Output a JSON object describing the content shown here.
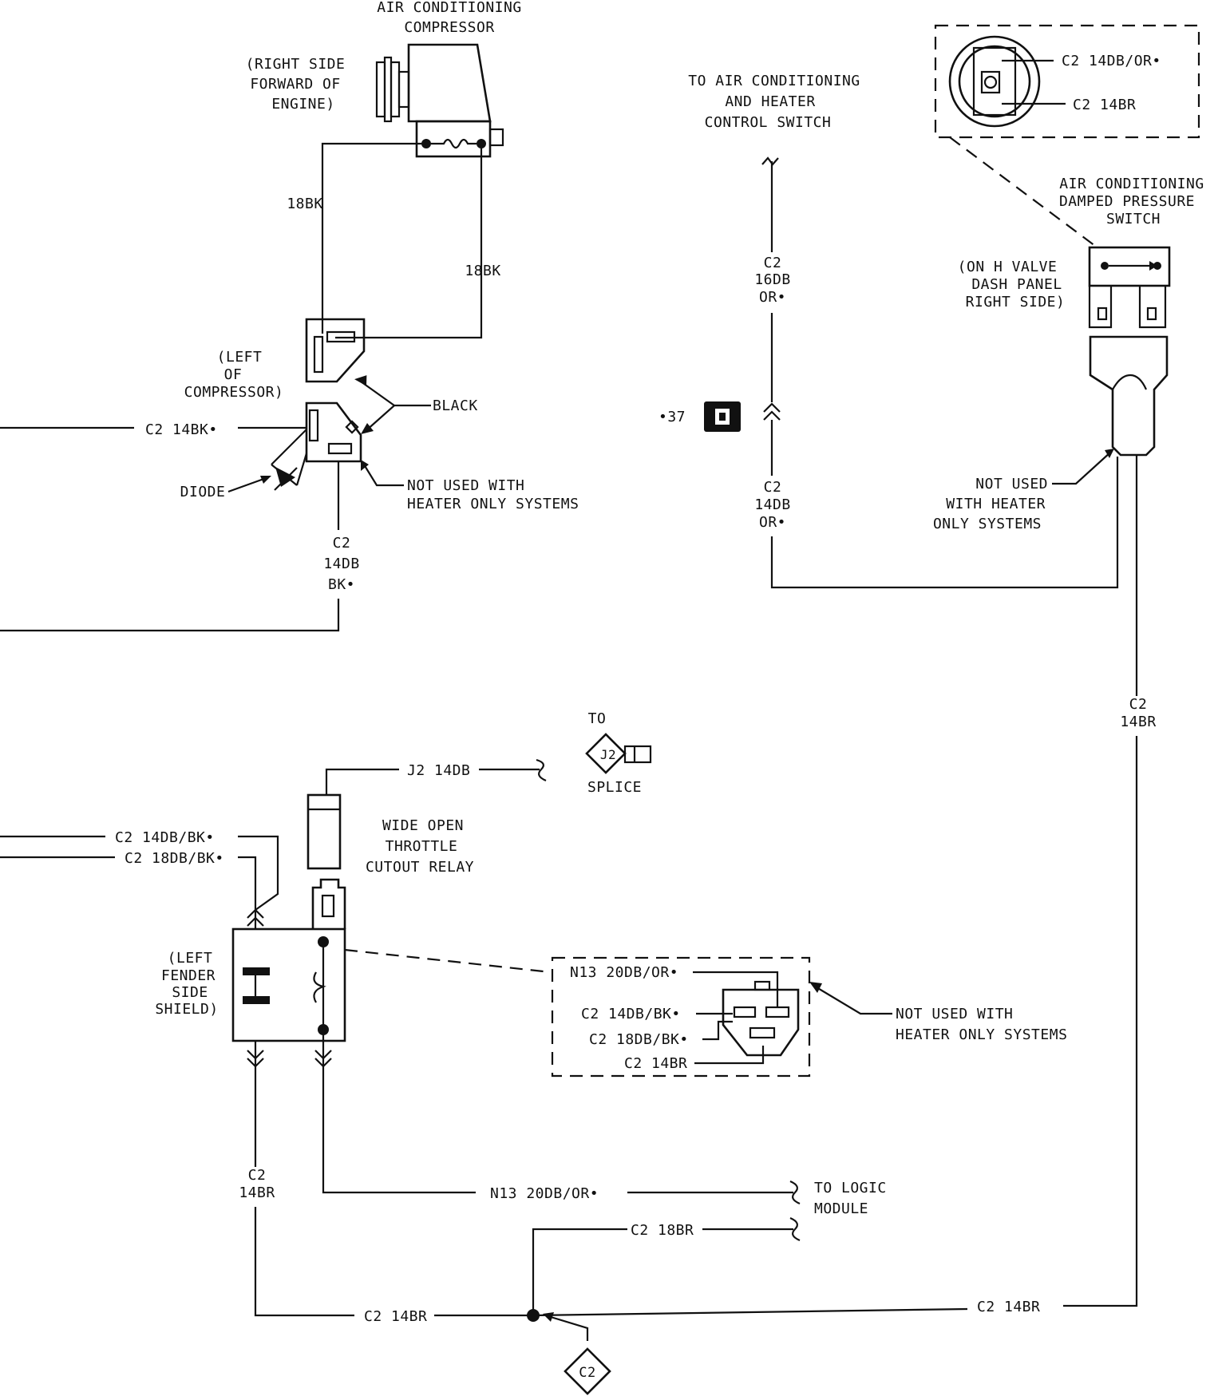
{
  "components": {
    "compressor": {
      "title_line1": "AIR CONDITIONING",
      "title_line2": "COMPRESSOR",
      "loc_line1": "(RIGHT SIDE",
      "loc_line2": "FORWARD OF",
      "loc_line3": "ENGINE)"
    },
    "compressor_connector": {
      "loc_line1": "(LEFT",
      "loc_line2": "OF",
      "loc_line3": "COMPRESSOR)"
    },
    "black_label": "BLACK",
    "diode_label": "DIODE",
    "not_used_1": {
      "line1": "NOT USED WITH",
      "line2": "HEATER ONLY SYSTEMS"
    },
    "ac_heater_switch": {
      "line1": "TO AIR CONDITIONING",
      "line2": "AND HEATER",
      "line3": "CONTROL SWITCH"
    },
    "connector_ref": "•37",
    "pressure_switch": {
      "title_line1": "AIR CONDITIONING",
      "title_line2": "DAMPED PRESSURE",
      "title_line3": "SWITCH",
      "loc_line1": "(ON H VALVE",
      "loc_line2": "DASH PANEL",
      "loc_line3": "RIGHT SIDE)"
    },
    "pressure_inset": {
      "wire1": "C2 14DB/OR•",
      "wire2": "C2 14BR"
    },
    "not_used_2": {
      "line1": "NOT USED",
      "line2": "WITH HEATER",
      "line3": "ONLY SYSTEMS"
    },
    "splice": {
      "to": "TO",
      "id": "J2",
      "label": "SPLICE"
    },
    "relay": {
      "line1": "WIDE OPEN",
      "line2": "THROTTLE",
      "line3": "CUTOUT RELAY",
      "loc_line1": "(LEFT",
      "loc_line2": "FENDER",
      "loc_line3": "SIDE",
      "loc_line4": "SHIELD)"
    },
    "relay_inset": {
      "wire1": "N13 20DB/OR•",
      "wire2": "C2 14DB/BK•",
      "wire3": "C2 18DB/BK•",
      "wire4": "C2 14BR"
    },
    "not_used_3": {
      "line1": "NOT USED WITH",
      "line2": "HEATER ONLY SYSTEMS"
    },
    "logic_module": {
      "line1": "TO LOGIC",
      "line2": "MODULE"
    },
    "ground": "C2"
  },
  "wires": {
    "comp_left": "18BK",
    "comp_right": "18BK",
    "c2_14bk": "C2 14BK•",
    "c2_14db_bk": {
      "line1": "C2",
      "line2": "14DB",
      "line3": "BK•"
    },
    "c2_16db_or": {
      "line1": "C2",
      "line2": "16DB",
      "line3": "OR•"
    },
    "c2_14db_or": {
      "line1": "C2",
      "line2": "14DB",
      "line3": "OR•"
    },
    "c2_14br_right": {
      "line1": "C2",
      "line2": "14BR"
    },
    "j2_14db": "J2 14DB",
    "c2_14db_bk_relay": "C2 14DB/BK•",
    "c2_18db_bk_relay": "C2 18DB/BK•",
    "c2_14br_left": {
      "line1": "C2",
      "line2": "14BR"
    },
    "n13_20db_or": "N13 20DB/OR•",
    "c2_18br": "C2 18BR",
    "c2_14br_bottom_left": "C2 14BR",
    "c2_14br_bottom_right": "C2 14BR"
  }
}
